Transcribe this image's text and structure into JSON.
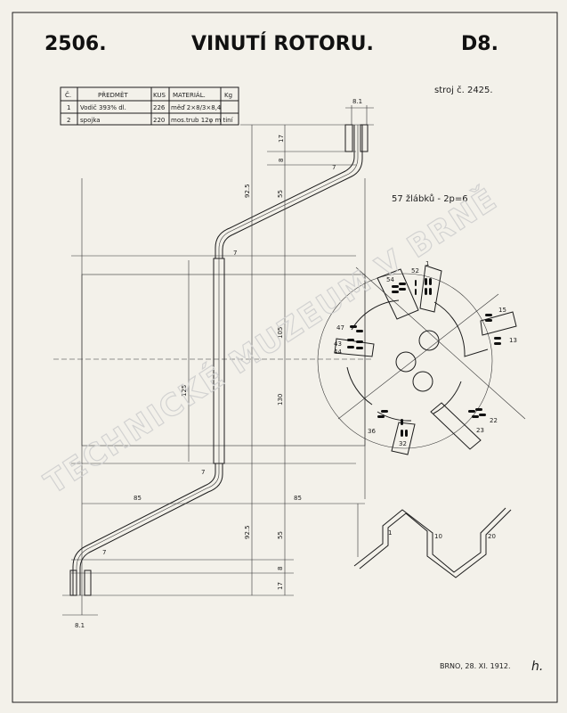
{
  "header": {
    "number": "2506.",
    "title": "VINUTÍ ROTORU.",
    "sheet": "D8."
  },
  "parts_table": {
    "headers": [
      "Č.",
      "PŘEDMĚT",
      "KUS",
      "MATERIÁL.",
      "Kg"
    ],
    "rows": [
      [
        "1",
        "Vodič 393% dl.",
        "226",
        "měď 2×8/3×8,4",
        ""
      ],
      [
        "2",
        "spojka",
        "220",
        "mos.trub 12φ m tiní",
        ""
      ]
    ]
  },
  "machine_no": "stroj č. 2425.",
  "slots_note": "57 žlábků - 2p=6",
  "dimensions": {
    "pitch_top": "8.1",
    "pitch_bottom": "8.1",
    "end_top": "17",
    "end_top_short": "8",
    "end_bottom": "17",
    "end_bottom_short": "8",
    "overhang_top": "92.5",
    "overhang_top_inner": "55",
    "overhang_bottom": "92.5",
    "overhang_bottom_inner": "55",
    "core_length": "105",
    "slot_length": "125",
    "total_length": "130",
    "span_left": "85",
    "span_right": "85",
    "radius_1": "7",
    "radius_2": "7",
    "radius_3": "7",
    "radius_4": "7"
  },
  "slot_numbers": [
    "1",
    "52",
    "54",
    "47",
    "43",
    "44",
    "15",
    "13",
    "22",
    "23",
    "32",
    "36"
  ],
  "winding_labels": [
    "1",
    "10",
    "20"
  ],
  "footer": {
    "place_date": "BRNO, 28. XI. 1912.",
    "signature": "h."
  },
  "watermark": "TECHNICKÉ MUZEUM V BRNĚ"
}
